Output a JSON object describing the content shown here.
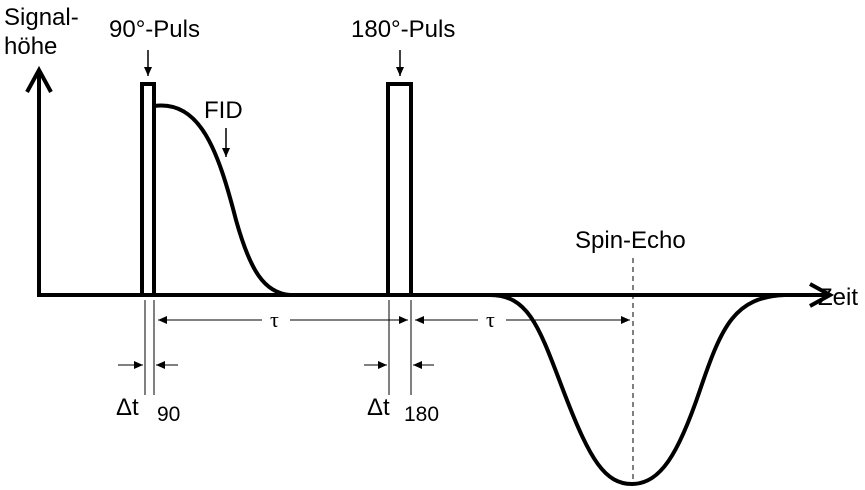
{
  "labels": {
    "y_axis_line1": "Signal-",
    "y_axis_line2": "höhe",
    "x_axis": "Zeit",
    "pulse_90": "90°-Puls",
    "pulse_180": "180°-Puls",
    "fid": "FID",
    "spin_echo": "Spin-Echo",
    "tau_1": "τ",
    "tau_2": "τ",
    "delta_t": "Δt",
    "sub_90": "90",
    "sub_180": "180"
  },
  "colors": {
    "stroke": "#000000",
    "background": "#ffffff"
  }
}
